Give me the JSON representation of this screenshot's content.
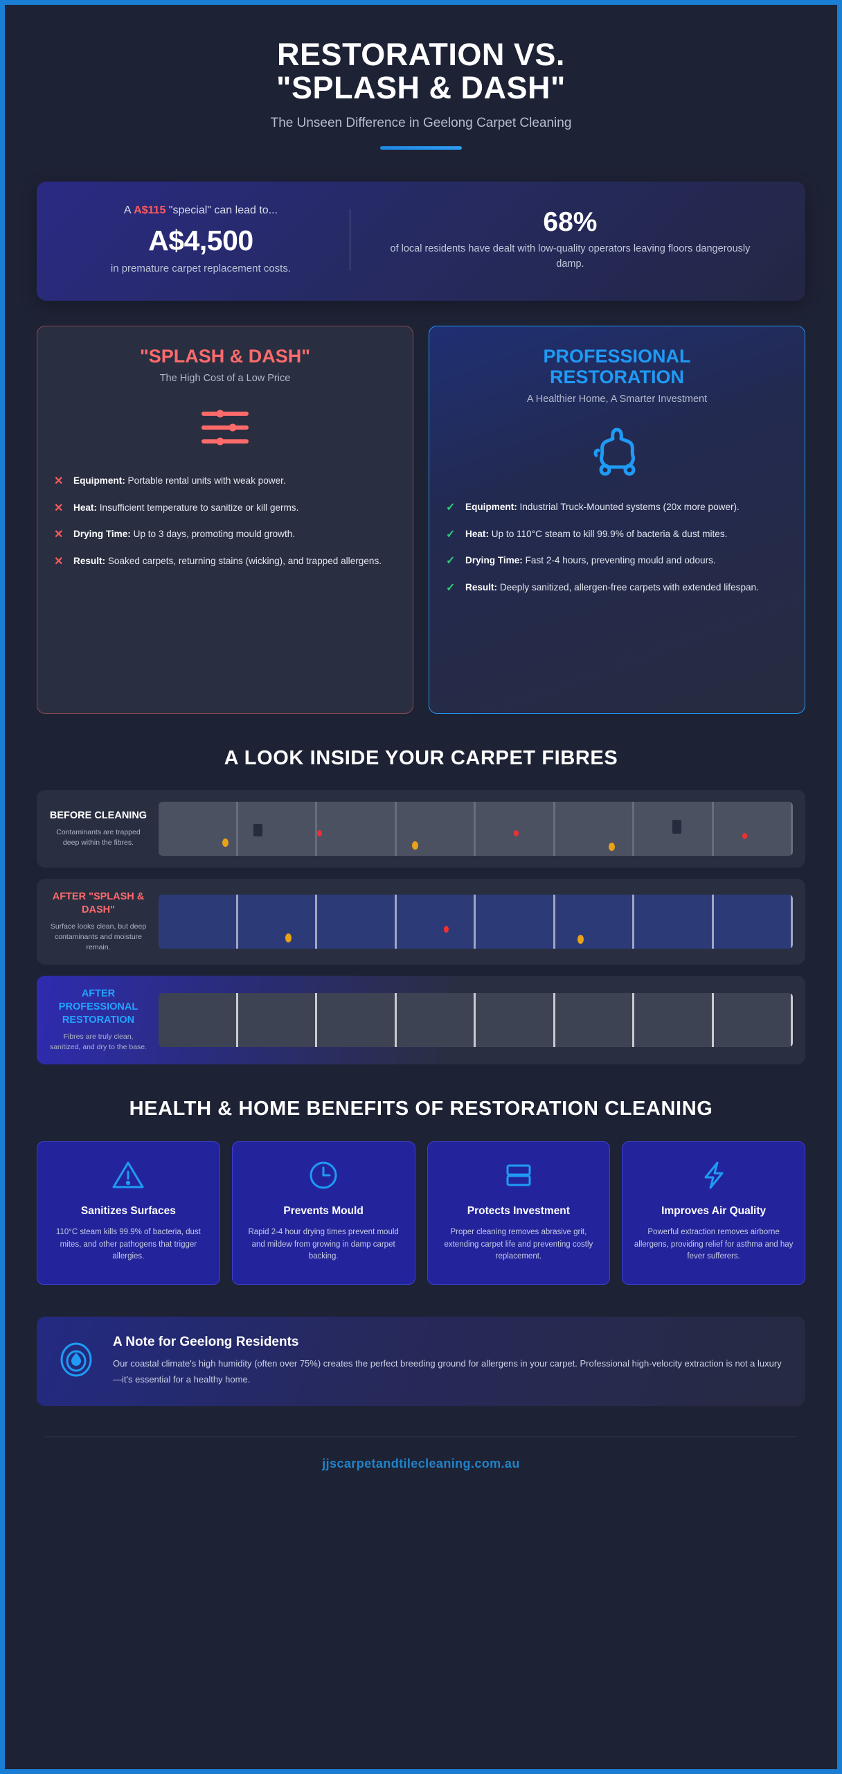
{
  "theme": {
    "bg": "#1e2235",
    "frame_border": "#1a7fd4",
    "accent_blue": "#1f9bf5",
    "accent_red": "#ff6b6b",
    "accent_green": "#34c776"
  },
  "header": {
    "title_line1": "RESTORATION VS.",
    "title_line2": "\"SPLASH & DASH\"",
    "subtitle": "The Unseen Difference in Geelong Carpet Cleaning"
  },
  "stats": {
    "left": {
      "lead_prefix": "A ",
      "lead_price": "A$115",
      "lead_suffix": " \"special\" can lead to...",
      "figure": "A$4,500",
      "note": "in premature carpet replacement costs."
    },
    "right": {
      "percent": "68%",
      "note": "of local residents have dealt with low-quality operators leaving floors dangerously damp."
    }
  },
  "compare": {
    "bad": {
      "title": "\"SPLASH & DASH\"",
      "subtitle": "The High Cost of a Low Price",
      "icon": "sliders-icon",
      "items": [
        {
          "label": "Equipment:",
          "text": " Portable rental units with weak power."
        },
        {
          "label": "Heat:",
          "text": " Insufficient temperature to sanitize or kill germs."
        },
        {
          "label": "Drying Time:",
          "text": " Up to 3 days, promoting mould growth."
        },
        {
          "label": "Result:",
          "text": " Soaked carpets, returning stains (wicking), and trapped allergens."
        }
      ]
    },
    "good": {
      "title_line1": "PROFESSIONAL",
      "title_line2": "RESTORATION",
      "subtitle": "A Healthier Home, A Smarter Investment",
      "icon": "truck-mount-icon",
      "items": [
        {
          "label": "Equipment:",
          "text": " Industrial Truck-Mounted systems (20x more power)."
        },
        {
          "label": "Heat:",
          "text": " Up to 110°C steam to kill 99.9% of bacteria & dust mites."
        },
        {
          "label": "Drying Time:",
          "text": " Fast 2-4 hours, preventing mould and odours."
        },
        {
          "label": "Result:",
          "text": " Deeply sanitized, allergen-free carpets with extended lifespan."
        }
      ]
    }
  },
  "fibres": {
    "heading": "A LOOK INSIDE YOUR CARPET FIBRES",
    "rows": [
      {
        "title": "BEFORE CLEANING",
        "desc": "Contaminants are trapped deep within the fibres.",
        "state": "dirty"
      },
      {
        "title": "AFTER \"SPLASH & DASH\"",
        "desc": "Surface looks clean, but deep contaminants and moisture remain.",
        "state": "damp"
      },
      {
        "title": "AFTER PROFESSIONAL RESTORATION",
        "desc": "Fibres are truly clean, sanitized, and dry to the base.",
        "state": "clean"
      }
    ]
  },
  "benefits": {
    "heading": "HEALTH & HOME BENEFITS OF RESTORATION CLEANING",
    "cards": [
      {
        "icon": "warning-triangle-icon",
        "title": "Sanitizes Surfaces",
        "desc": "110°C steam kills 99.9% of bacteria, dust mites, and other pathogens that trigger allergies."
      },
      {
        "icon": "clock-icon",
        "title": "Prevents Mould",
        "desc": "Rapid 2-4 hour drying times prevent mould and mildew from growing in damp carpet backing."
      },
      {
        "icon": "layers-icon",
        "title": "Protects Investment",
        "desc": "Proper cleaning removes abrasive grit, extending carpet life and preventing costly replacement."
      },
      {
        "icon": "lightning-bolt-icon",
        "title": "Improves Air Quality",
        "desc": "Powerful extraction removes airborne allergens, providing relief for asthma and hay fever sufferers."
      }
    ]
  },
  "note": {
    "icon": "droplet-humidity-icon",
    "title": "A Note for Geelong Residents",
    "body": "Our coastal climate's high humidity (often over 75%) creates the perfect breeding ground for allergens in your carpet. Professional high-velocity extraction is not a luxury—it's essential for a healthy home."
  },
  "footer": {
    "website": "jjscarpetandtilecleaning.com.au"
  }
}
